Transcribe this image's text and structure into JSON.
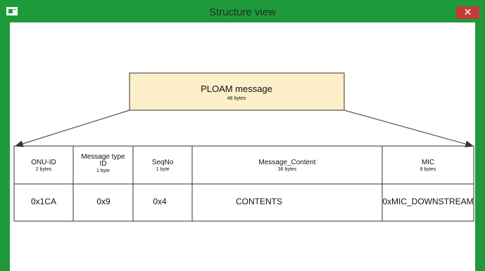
{
  "window": {
    "title": "Structure view",
    "close_glyph": "✕",
    "accent_color": "#1f9a3a",
    "close_color": "#c43a3a"
  },
  "diagram": {
    "root": {
      "name": "PLOAM message",
      "size": "48 bytes",
      "fill": "#fdefc7"
    },
    "fields": [
      {
        "name_lines": [
          "ONU-ID"
        ],
        "size": "2 bytes",
        "value": "0x1CA"
      },
      {
        "name_lines": [
          "Message type",
          "ID"
        ],
        "size": "1 byte",
        "value": "0x9"
      },
      {
        "name_lines": [
          "SeqNo"
        ],
        "size": "1 byte",
        "value": "0x4"
      },
      {
        "name_lines": [
          "Message_Content"
        ],
        "size": "36 bytes",
        "value": "CONTENTS"
      },
      {
        "name_lines": [
          "MIC"
        ],
        "size": "8 bytes",
        "value": "0xMIC_DOWNSTREAM"
      }
    ]
  }
}
